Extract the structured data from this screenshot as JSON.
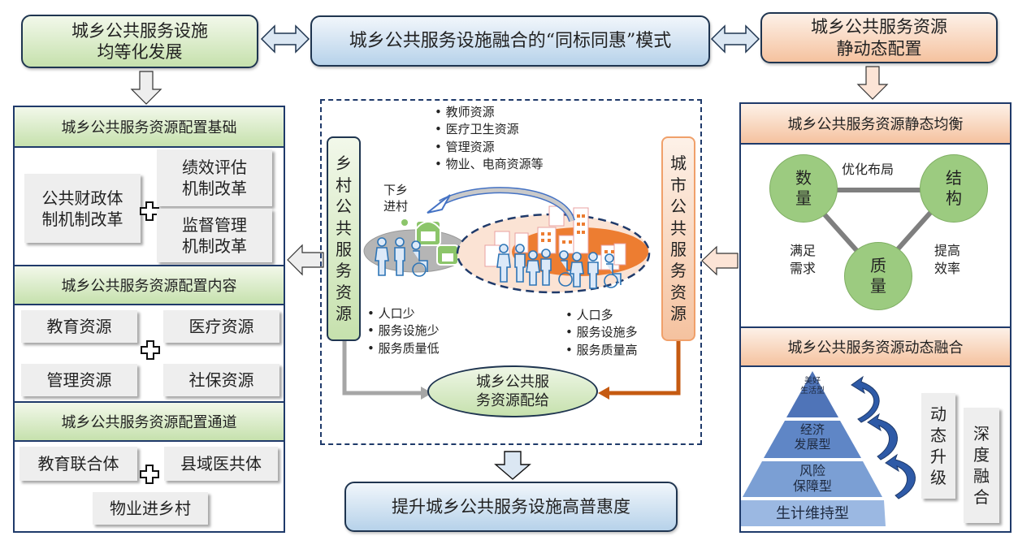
{
  "top": {
    "left_box": [
      "城乡公共服务设施",
      "均等化发展"
    ],
    "center_box": "城乡公共服务设施融合的“同标同惠”模式",
    "right_box": [
      "城乡公共服务资源",
      "静动态配置"
    ]
  },
  "left_panel": {
    "sections": [
      {
        "header": "城乡公共服务资源配置基础",
        "items": [
          {
            "lines": [
              "公共财政体",
              "制机制改革"
            ]
          },
          {
            "lines": [
              "绩效评估",
              "机制改革"
            ]
          },
          {
            "lines": [
              "监督管理",
              "机制改革"
            ]
          }
        ]
      },
      {
        "header": "城乡公共服务资源配置内容",
        "items": [
          {
            "lines": [
              "教育资源"
            ]
          },
          {
            "lines": [
              "医疗资源"
            ]
          },
          {
            "lines": [
              "管理资源"
            ]
          },
          {
            "lines": [
              "社保资源"
            ]
          }
        ]
      },
      {
        "header": "城乡公共服务资源配置通道",
        "items": [
          {
            "lines": [
              "教育联合体"
            ]
          },
          {
            "lines": [
              "县域医共体"
            ]
          },
          {
            "lines": [
              "物业进乡村"
            ]
          }
        ]
      }
    ]
  },
  "center": {
    "resources": [
      "教师资源",
      "医疗卫生资源",
      "管理资源",
      "物业、电商资源等"
    ],
    "flow_label": [
      "下乡",
      "进村"
    ],
    "rural_label": [
      "乡",
      "村",
      "公",
      "共",
      "服",
      "务",
      "资",
      "源"
    ],
    "urban_label": [
      "城",
      "市",
      "公",
      "共",
      "服",
      "务",
      "资",
      "源"
    ],
    "rural_traits": [
      "人口少",
      "服务设施少",
      "服务质量低"
    ],
    "urban_traits": [
      "人口多",
      "服务设施多",
      "服务质量高"
    ],
    "allocation": [
      "城乡公共服",
      "务资源配给"
    ],
    "bottom_box": "提升城乡公共服务设施高普惠度"
  },
  "right_panel": {
    "static": {
      "header": "城乡公共服务资源静态均衡",
      "nodes": [
        {
          "lines": [
            "数",
            "量"
          ]
        },
        {
          "lines": [
            "结",
            "构"
          ]
        },
        {
          "lines": [
            "质",
            "量"
          ]
        }
      ],
      "edges": [
        {
          "label": [
            "优化布局"
          ]
        },
        {
          "label": [
            "满足",
            "需求"
          ]
        },
        {
          "label": [
            "提高",
            "效率"
          ]
        }
      ]
    },
    "dynamic": {
      "header": "城乡公共服务资源动态融合",
      "pyramid": [
        {
          "lines": [
            "美好",
            "生活型"
          ]
        },
        {
          "lines": [
            "经济",
            "发展型"
          ]
        },
        {
          "lines": [
            "风险",
            "保障型"
          ]
        },
        {
          "lines": [
            "生计维持型"
          ]
        }
      ],
      "tags": [
        {
          "chars": [
            "动",
            "态",
            "升",
            "级"
          ]
        },
        {
          "chars": [
            "深",
            "度",
            "融",
            "合"
          ]
        }
      ]
    }
  },
  "colors": {
    "navy": "#1f3a6a",
    "green": "#9ccb80",
    "orange": "#ed7d31",
    "blue_arrow": "#4472c4",
    "gray_line": "#a6a6a6",
    "dark_orange_line": "#c55a11"
  }
}
